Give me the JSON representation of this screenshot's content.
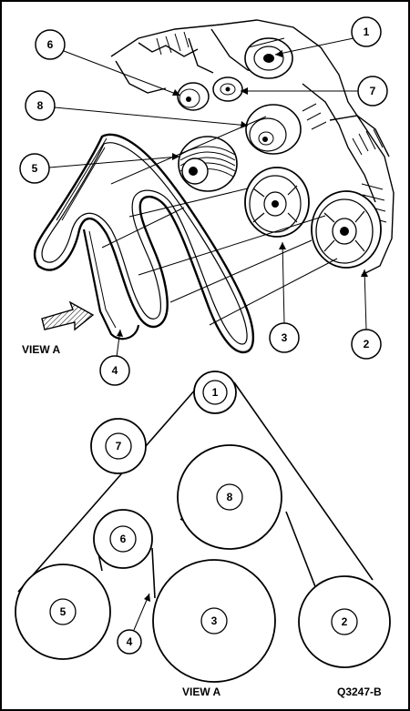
{
  "figure_id": "Q3247-B",
  "view_arrow_label": "VIEW A",
  "view_caption": "VIEW A",
  "callouts": {
    "c1": "1",
    "c2": "2",
    "c3": "3",
    "c4": "4",
    "c5": "5",
    "c6": "6",
    "c7": "7",
    "c8": "8"
  },
  "pulleys": {
    "p1": "1",
    "p2": "2",
    "p3": "3",
    "p4": "4",
    "p5": "5",
    "p6": "6",
    "p7": "7",
    "p8": "8"
  },
  "colors": {
    "ink": "#000000",
    "paper": "#ffffff",
    "shade": "#d8d8d8"
  }
}
